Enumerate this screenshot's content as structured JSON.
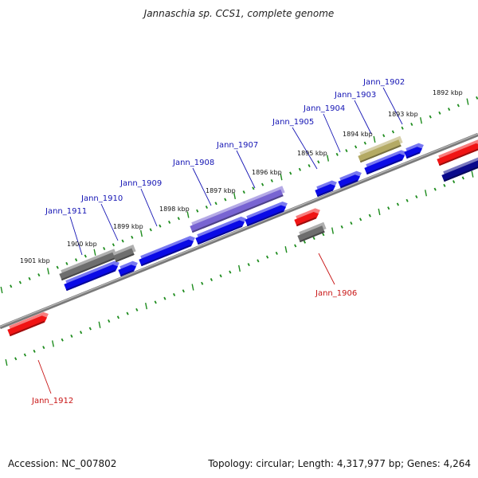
{
  "title": "Jannaschia sp. CCS1, complete genome",
  "footer": {
    "accession": "Accession: NC_007802",
    "summary": "Topology: circular; Length: 4,317,977 bp; Genes: 4,264"
  },
  "colors": {
    "backbone": "#8c8c8c",
    "tick": "#1e8c1e",
    "forward_cds": "#0a0ae6",
    "gray_gene": "#6e6e6e",
    "light_purple_gene": "#7864d2",
    "olive_gene": "#b4aa64",
    "red_gene": "#f01414",
    "navy_gene": "#0a0a8c",
    "label_blue": "#1414b4",
    "label_red": "#c81414"
  },
  "kbp_labels": [
    "1901 kbp",
    "1900 kbp",
    "1899 kbp",
    "1898 kbp",
    "1897 kbp",
    "1896 kbp",
    "1895 kbp",
    "1894 kbp",
    "1893 kbp",
    "1892 kbp"
  ],
  "gene_labels": [
    {
      "name": "Jann_1911",
      "strand": "+"
    },
    {
      "name": "Jann_1910",
      "strand": "+"
    },
    {
      "name": "Jann_1909",
      "strand": "+"
    },
    {
      "name": "Jann_1908",
      "strand": "+"
    },
    {
      "name": "Jann_1907",
      "strand": "+"
    },
    {
      "name": "Jann_1905",
      "strand": "+"
    },
    {
      "name": "Jann_1904",
      "strand": "+"
    },
    {
      "name": "Jann_1903",
      "strand": "+"
    },
    {
      "name": "Jann_1902",
      "strand": "+"
    },
    {
      "name": "Jann_1906",
      "strand": "-"
    },
    {
      "name": "Jann_1912",
      "strand": "-"
    }
  ]
}
